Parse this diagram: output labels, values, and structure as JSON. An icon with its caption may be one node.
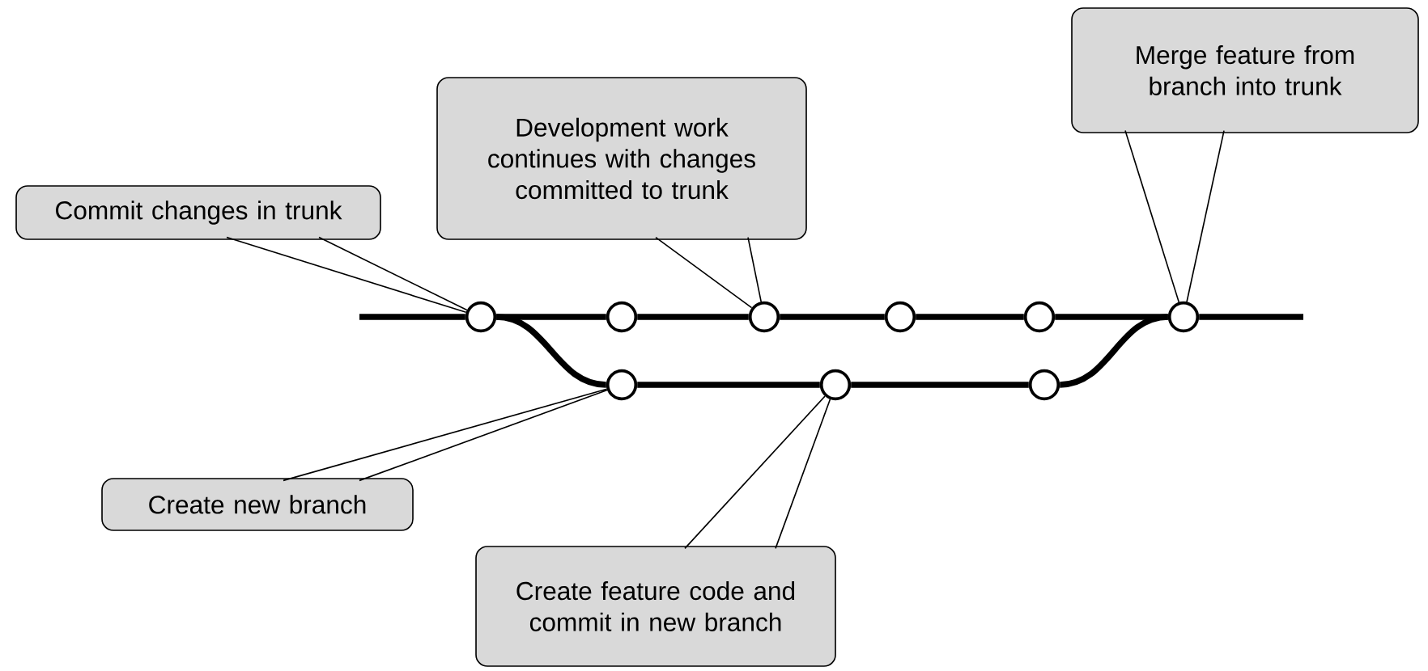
{
  "diagram": {
    "nodes": [
      {
        "text": [
          "Development work continues with changes committed to trunk"
        ]
      },
      {
        "text": [
          "Merge feature from branch into trunk"
        ]
      },
      {
        "text": [
          "Commit changes in trunk"
        ]
      },
      {
        "text": [],
        "shape": "circle"
      },
      {
        "text": [],
        "shape": "circle"
      },
      {
        "text": [],
        "shape": "circle"
      },
      {
        "text": [],
        "shape": "circle"
      },
      {
        "text": [],
        "shape": "circle"
      },
      {
        "text": [],
        "shape": "circle"
      },
      {
        "text": [],
        "shape": "circle"
      },
      {
        "text": [],
        "shape": "circle"
      },
      {
        "text": [],
        "shape": "circle"
      },
      {
        "text": [
          "Create new branch"
        ]
      },
      {
        "text": [
          "Create feature code and commit in new branch"
        ]
      }
    ],
    "edges": [
      {
        "from": null,
        "to": 3,
        "arrow": "none"
      },
      {
        "from": 3,
        "to": 4,
        "arrow": "none"
      },
      {
        "from": 4,
        "to": 5,
        "arrow": "none"
      },
      {
        "from": 5,
        "to": 6,
        "arrow": "none"
      },
      {
        "from": 6,
        "to": 7,
        "arrow": "none"
      },
      {
        "from": 7,
        "to": 8,
        "arrow": "none"
      },
      {
        "from": 8,
        "to": null,
        "arrow": "none"
      },
      {
        "from": 3,
        "to": 9,
        "arrow": "none"
      },
      {
        "from": 9,
        "to": 10,
        "arrow": "none"
      },
      {
        "from": 10,
        "to": 11,
        "arrow": "none"
      },
      {
        "from": 11,
        "to": 8,
        "arrow": "none"
      },
      {
        "from": 2,
        "to": 3,
        "arrow": "none"
      },
      {
        "from": 0,
        "to": 5,
        "arrow": "none"
      },
      {
        "from": 1,
        "to": 8,
        "arrow": "none"
      },
      {
        "from": 12,
        "to": 9,
        "arrow": "none"
      },
      {
        "from": 13,
        "to": 10,
        "arrow": "none"
      }
    ]
  }
}
